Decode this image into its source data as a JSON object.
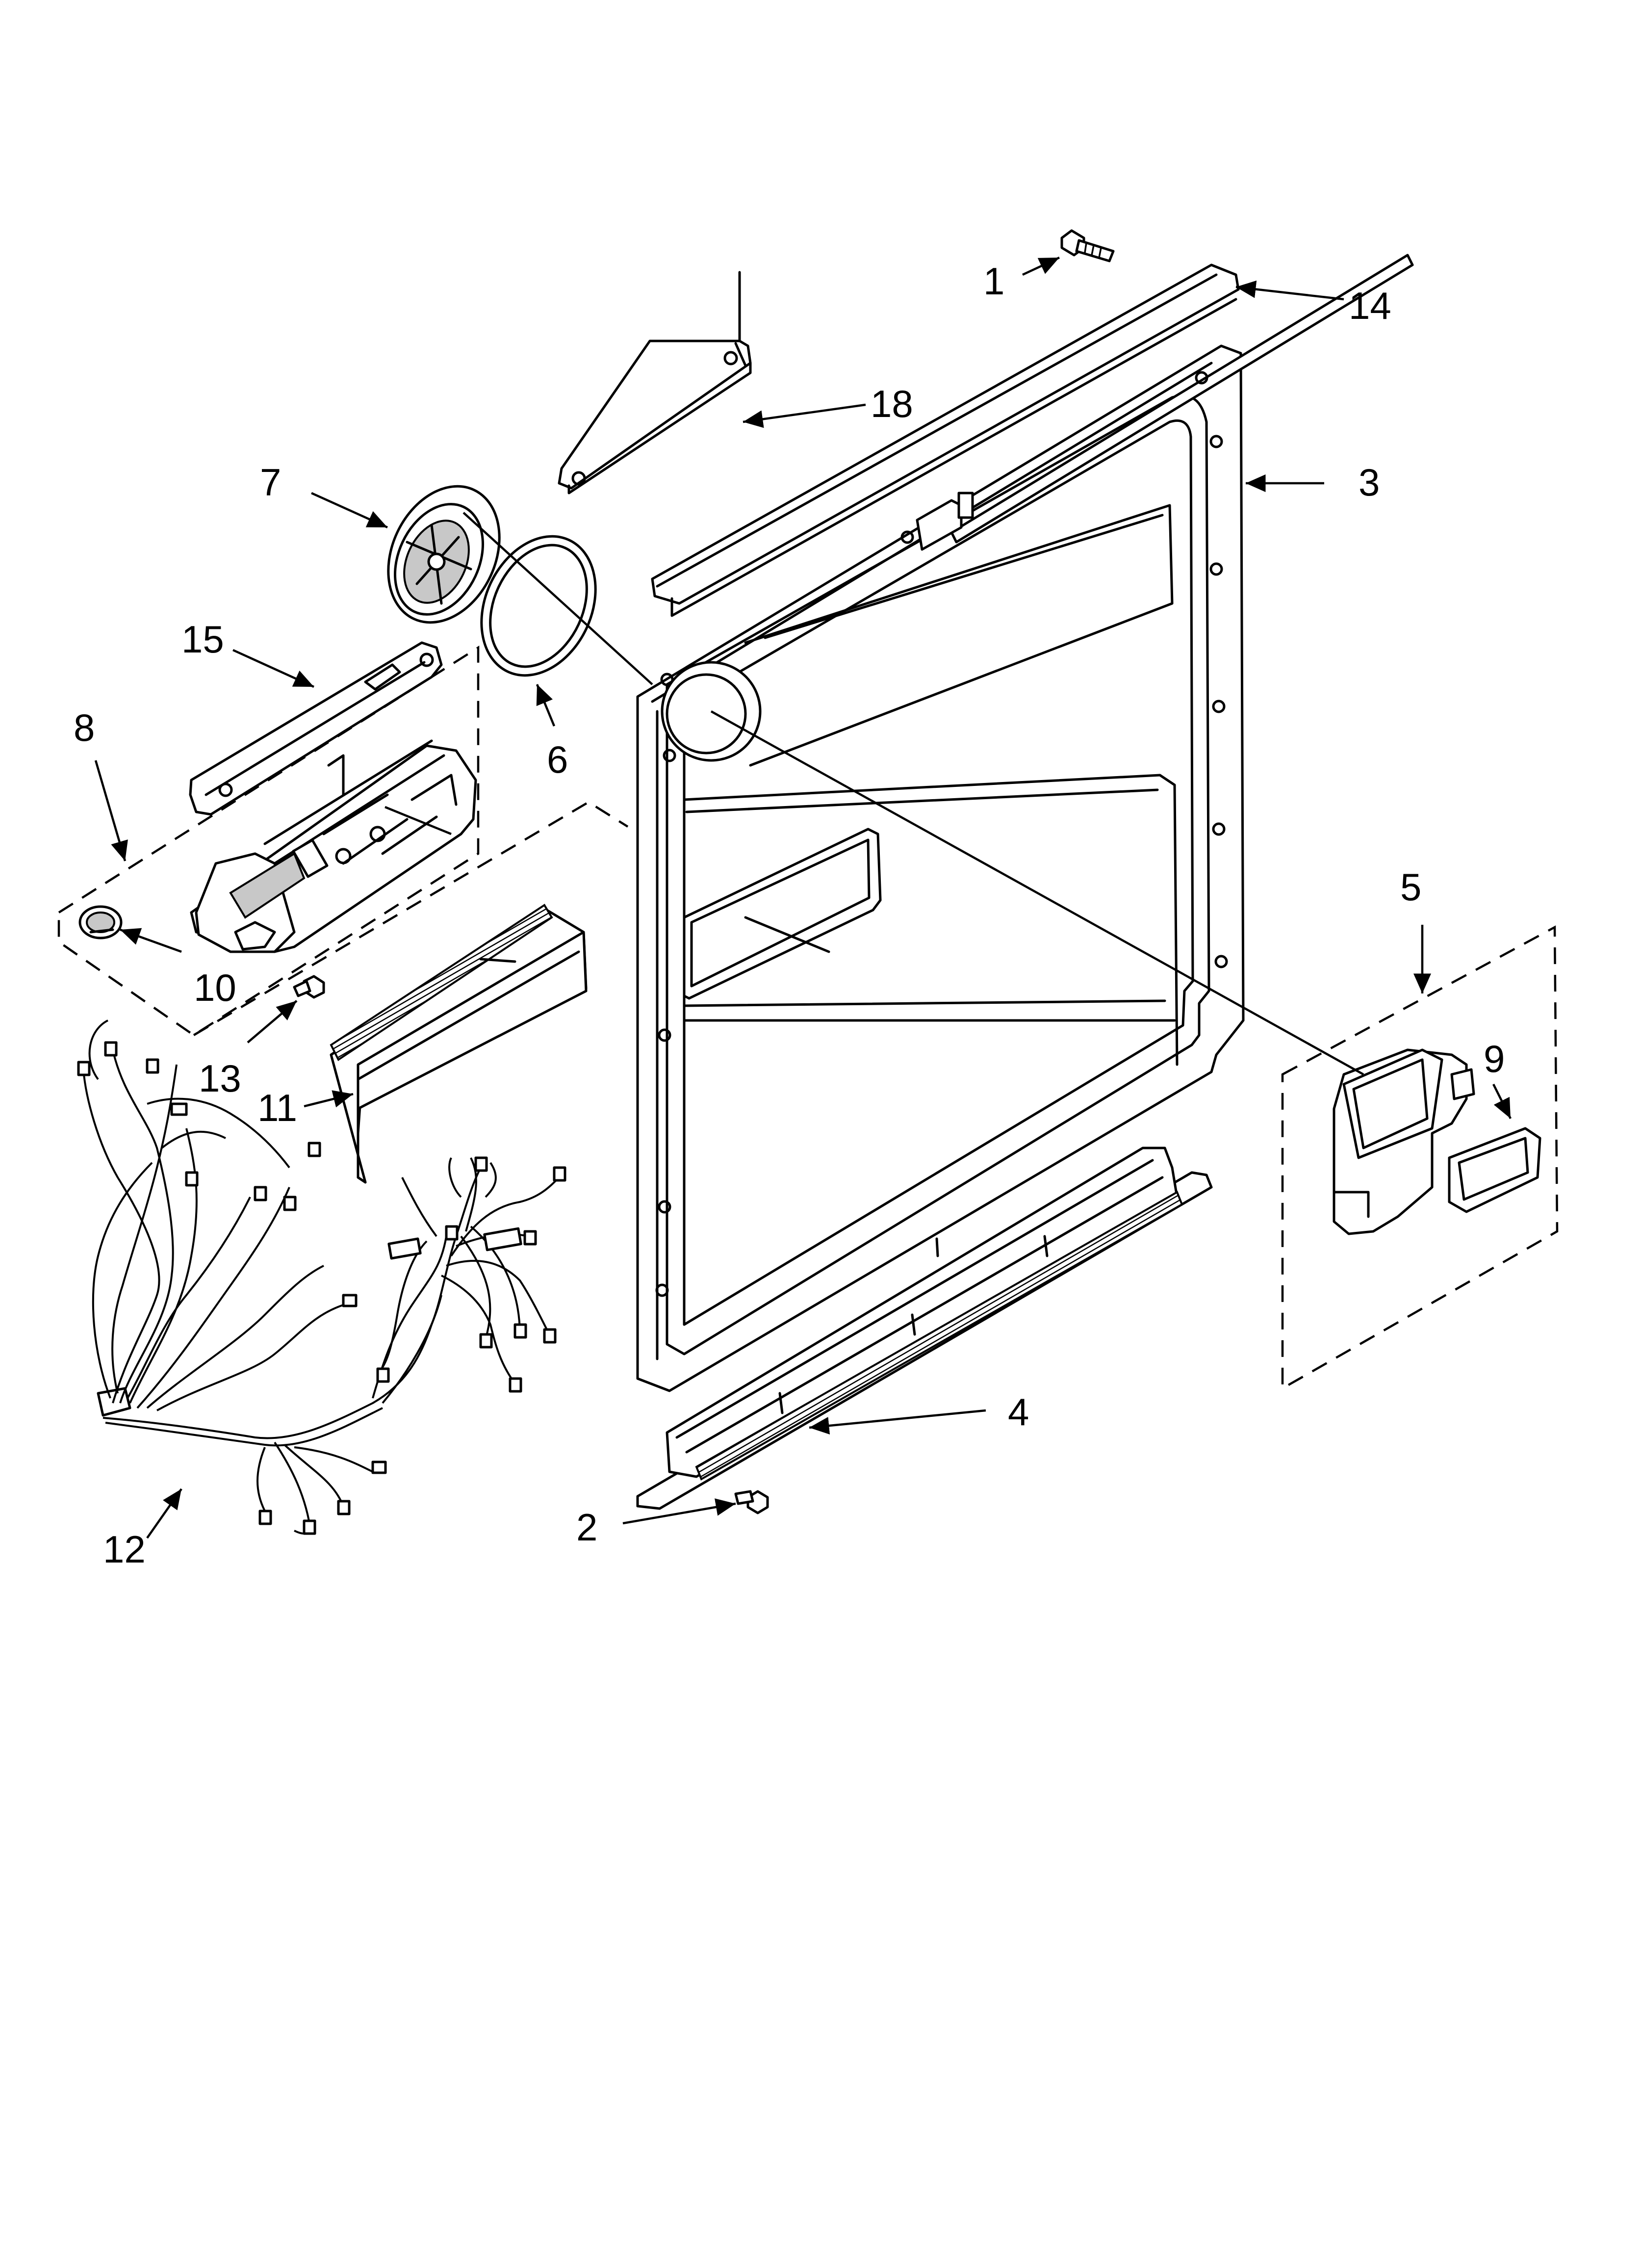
{
  "callouts": [
    {
      "id": "1",
      "label": "1"
    },
    {
      "id": "2",
      "label": "2"
    },
    {
      "id": "3",
      "label": "3"
    },
    {
      "id": "4",
      "label": "4"
    },
    {
      "id": "5",
      "label": "5"
    },
    {
      "id": "6",
      "label": "6"
    },
    {
      "id": "7",
      "label": "7"
    },
    {
      "id": "8",
      "label": "8"
    },
    {
      "id": "9",
      "label": "9"
    },
    {
      "id": "10",
      "label": "10"
    },
    {
      "id": "11",
      "label": "11"
    },
    {
      "id": "12",
      "label": "12"
    },
    {
      "id": "13",
      "label": "13"
    },
    {
      "id": "14",
      "label": "14"
    },
    {
      "id": "15",
      "label": "15"
    },
    {
      "id": "18",
      "label": "18"
    }
  ],
  "colors": {
    "line": "#000000",
    "background": "#ffffff",
    "shade": "#c8c8c8",
    "dark_shade": "#6e6e6e"
  }
}
